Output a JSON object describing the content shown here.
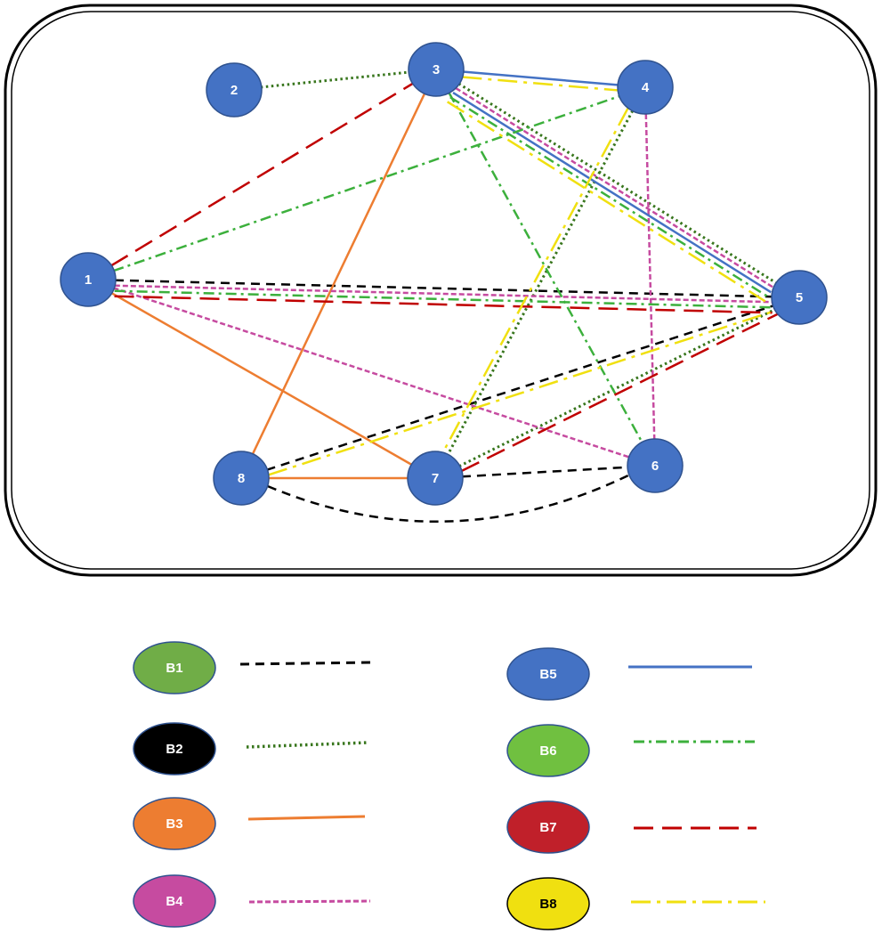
{
  "colors": {
    "node_fill": "#4472c4",
    "node_stroke": "#2f528f",
    "frame_stroke": "#000000"
  },
  "nodes": [
    {
      "id": "1",
      "label": "1"
    },
    {
      "id": "2",
      "label": "2"
    },
    {
      "id": "3",
      "label": "3"
    },
    {
      "id": "4",
      "label": "4"
    },
    {
      "id": "5",
      "label": "5"
    },
    {
      "id": "6",
      "label": "6"
    },
    {
      "id": "7",
      "label": "7"
    },
    {
      "id": "8",
      "label": "8"
    }
  ],
  "line_styles": {
    "B1": {
      "color": "#000000",
      "pattern": "dashed"
    },
    "B2": {
      "color": "#38761d",
      "pattern": "dotted"
    },
    "B3": {
      "color": "#ed7d31",
      "pattern": "solid"
    },
    "B4": {
      "color": "#c64ba0",
      "pattern": "short-dashed"
    },
    "B5": {
      "color": "#4472c4",
      "pattern": "solid"
    },
    "B6": {
      "color": "#3cb03c",
      "pattern": "dash-dot"
    },
    "B7": {
      "color": "#c00000",
      "pattern": "long-dashed"
    },
    "B8": {
      "color": "#f0e010",
      "pattern": "long-dash-dot"
    }
  },
  "edges": [
    {
      "from": "1",
      "to": "5",
      "type": "B1"
    },
    {
      "from": "8",
      "to": "5",
      "type": "B1"
    },
    {
      "from": "7",
      "to": "6",
      "type": "B1"
    },
    {
      "from": "8",
      "to": "6",
      "type": "B1",
      "curved": true
    },
    {
      "from": "2",
      "to": "3",
      "type": "B2"
    },
    {
      "from": "3",
      "to": "5",
      "type": "B2"
    },
    {
      "from": "4",
      "to": "7",
      "type": "B2"
    },
    {
      "from": "7",
      "to": "5",
      "type": "B2"
    },
    {
      "from": "3",
      "to": "8",
      "type": "B3"
    },
    {
      "from": "1",
      "to": "7",
      "type": "B3"
    },
    {
      "from": "8",
      "to": "7",
      "type": "B3"
    },
    {
      "from": "3",
      "to": "5",
      "type": "B4",
      "offset": 1
    },
    {
      "from": "4",
      "to": "6",
      "type": "B4"
    },
    {
      "from": "1",
      "to": "6",
      "type": "B4"
    },
    {
      "from": "1",
      "to": "5",
      "type": "B4",
      "offset": 1
    },
    {
      "from": "3",
      "to": "4",
      "type": "B5"
    },
    {
      "from": "3",
      "to": "5",
      "type": "B5",
      "offset": 2
    },
    {
      "from": "1",
      "to": "4",
      "type": "B6"
    },
    {
      "from": "3",
      "to": "5",
      "type": "B6",
      "offset": 3
    },
    {
      "from": "3",
      "to": "6",
      "type": "B6"
    },
    {
      "from": "1",
      "to": "5",
      "type": "B6",
      "offset": 2
    },
    {
      "from": "1",
      "to": "3",
      "type": "B7"
    },
    {
      "from": "1",
      "to": "5",
      "type": "B7",
      "offset": 3
    },
    {
      "from": "7",
      "to": "5",
      "type": "B7",
      "offset": 1
    },
    {
      "from": "3",
      "to": "4",
      "type": "B8",
      "offset": 1
    },
    {
      "from": "3",
      "to": "5",
      "type": "B8",
      "offset": 4
    },
    {
      "from": "4",
      "to": "7",
      "type": "B8",
      "offset": 1
    },
    {
      "from": "8",
      "to": "5",
      "type": "B8",
      "offset": 1
    }
  ],
  "legend": [
    {
      "key": "B1",
      "label": "B1",
      "fill": "#70ad47",
      "text_color": "#ffffff"
    },
    {
      "key": "B2",
      "label": "B2",
      "fill": "#000000",
      "text_color": "#ffffff"
    },
    {
      "key": "B3",
      "label": "B3",
      "fill": "#ed7d31",
      "text_color": "#ffffff"
    },
    {
      "key": "B4",
      "label": "B4",
      "fill": "#c64ba0",
      "text_color": "#ffffff"
    },
    {
      "key": "B5",
      "label": "B5",
      "fill": "#4472c4",
      "text_color": "#ffffff"
    },
    {
      "key": "B6",
      "label": "B6",
      "fill": "#70c040",
      "text_color": "#ffffff"
    },
    {
      "key": "B7",
      "label": "B7",
      "fill": "#c0202a",
      "text_color": "#ffffff"
    },
    {
      "key": "B8",
      "label": "B8",
      "fill": "#f0e010",
      "text_color": "#000000"
    }
  ]
}
